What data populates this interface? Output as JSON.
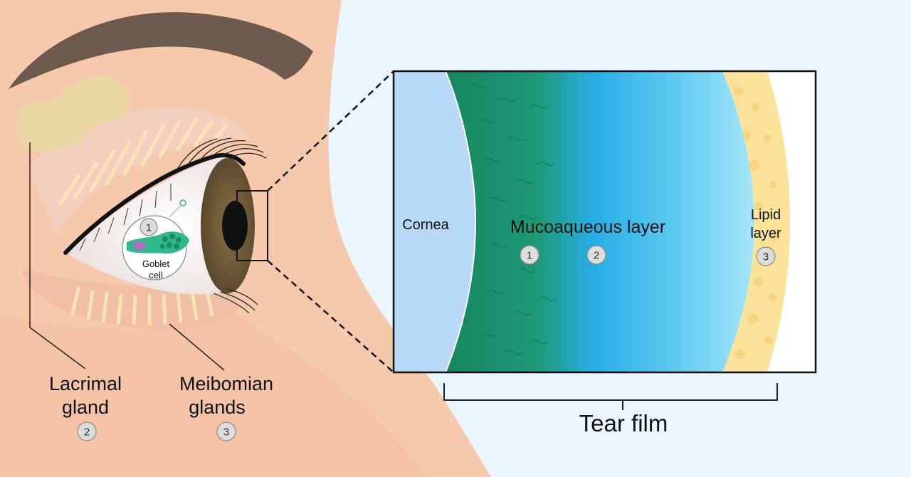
{
  "labels": {
    "cornea": "Cornea",
    "mucoaqueous": "Mucoaqueous layer",
    "lipid_line1": "Lipid",
    "lipid_line2": "layer",
    "tear_film": "Tear film",
    "goblet_line1": "Goblet",
    "goblet_line2": "cell",
    "lacrimal_line1": "Lacrimal",
    "lacrimal_line2": "gland",
    "meibomian_line1": "Meibomian",
    "meibomian_line2": "glands"
  },
  "badges": {
    "goblet": "1",
    "muco_1": "1",
    "muco_2": "2",
    "lipid": "3",
    "lacrimal": "2",
    "meibomian": "3"
  },
  "colors": {
    "background": "#eaf5fc",
    "skin": "#f6c8ac",
    "cornea": "#b7d9f7",
    "mucin_green": "#1a8a60",
    "aqueous_blue": "#2fb1ec",
    "lipid_yellow": "#fbe39a",
    "iris_brown": "#6a5634",
    "goblet_green": "#2fb98a"
  }
}
